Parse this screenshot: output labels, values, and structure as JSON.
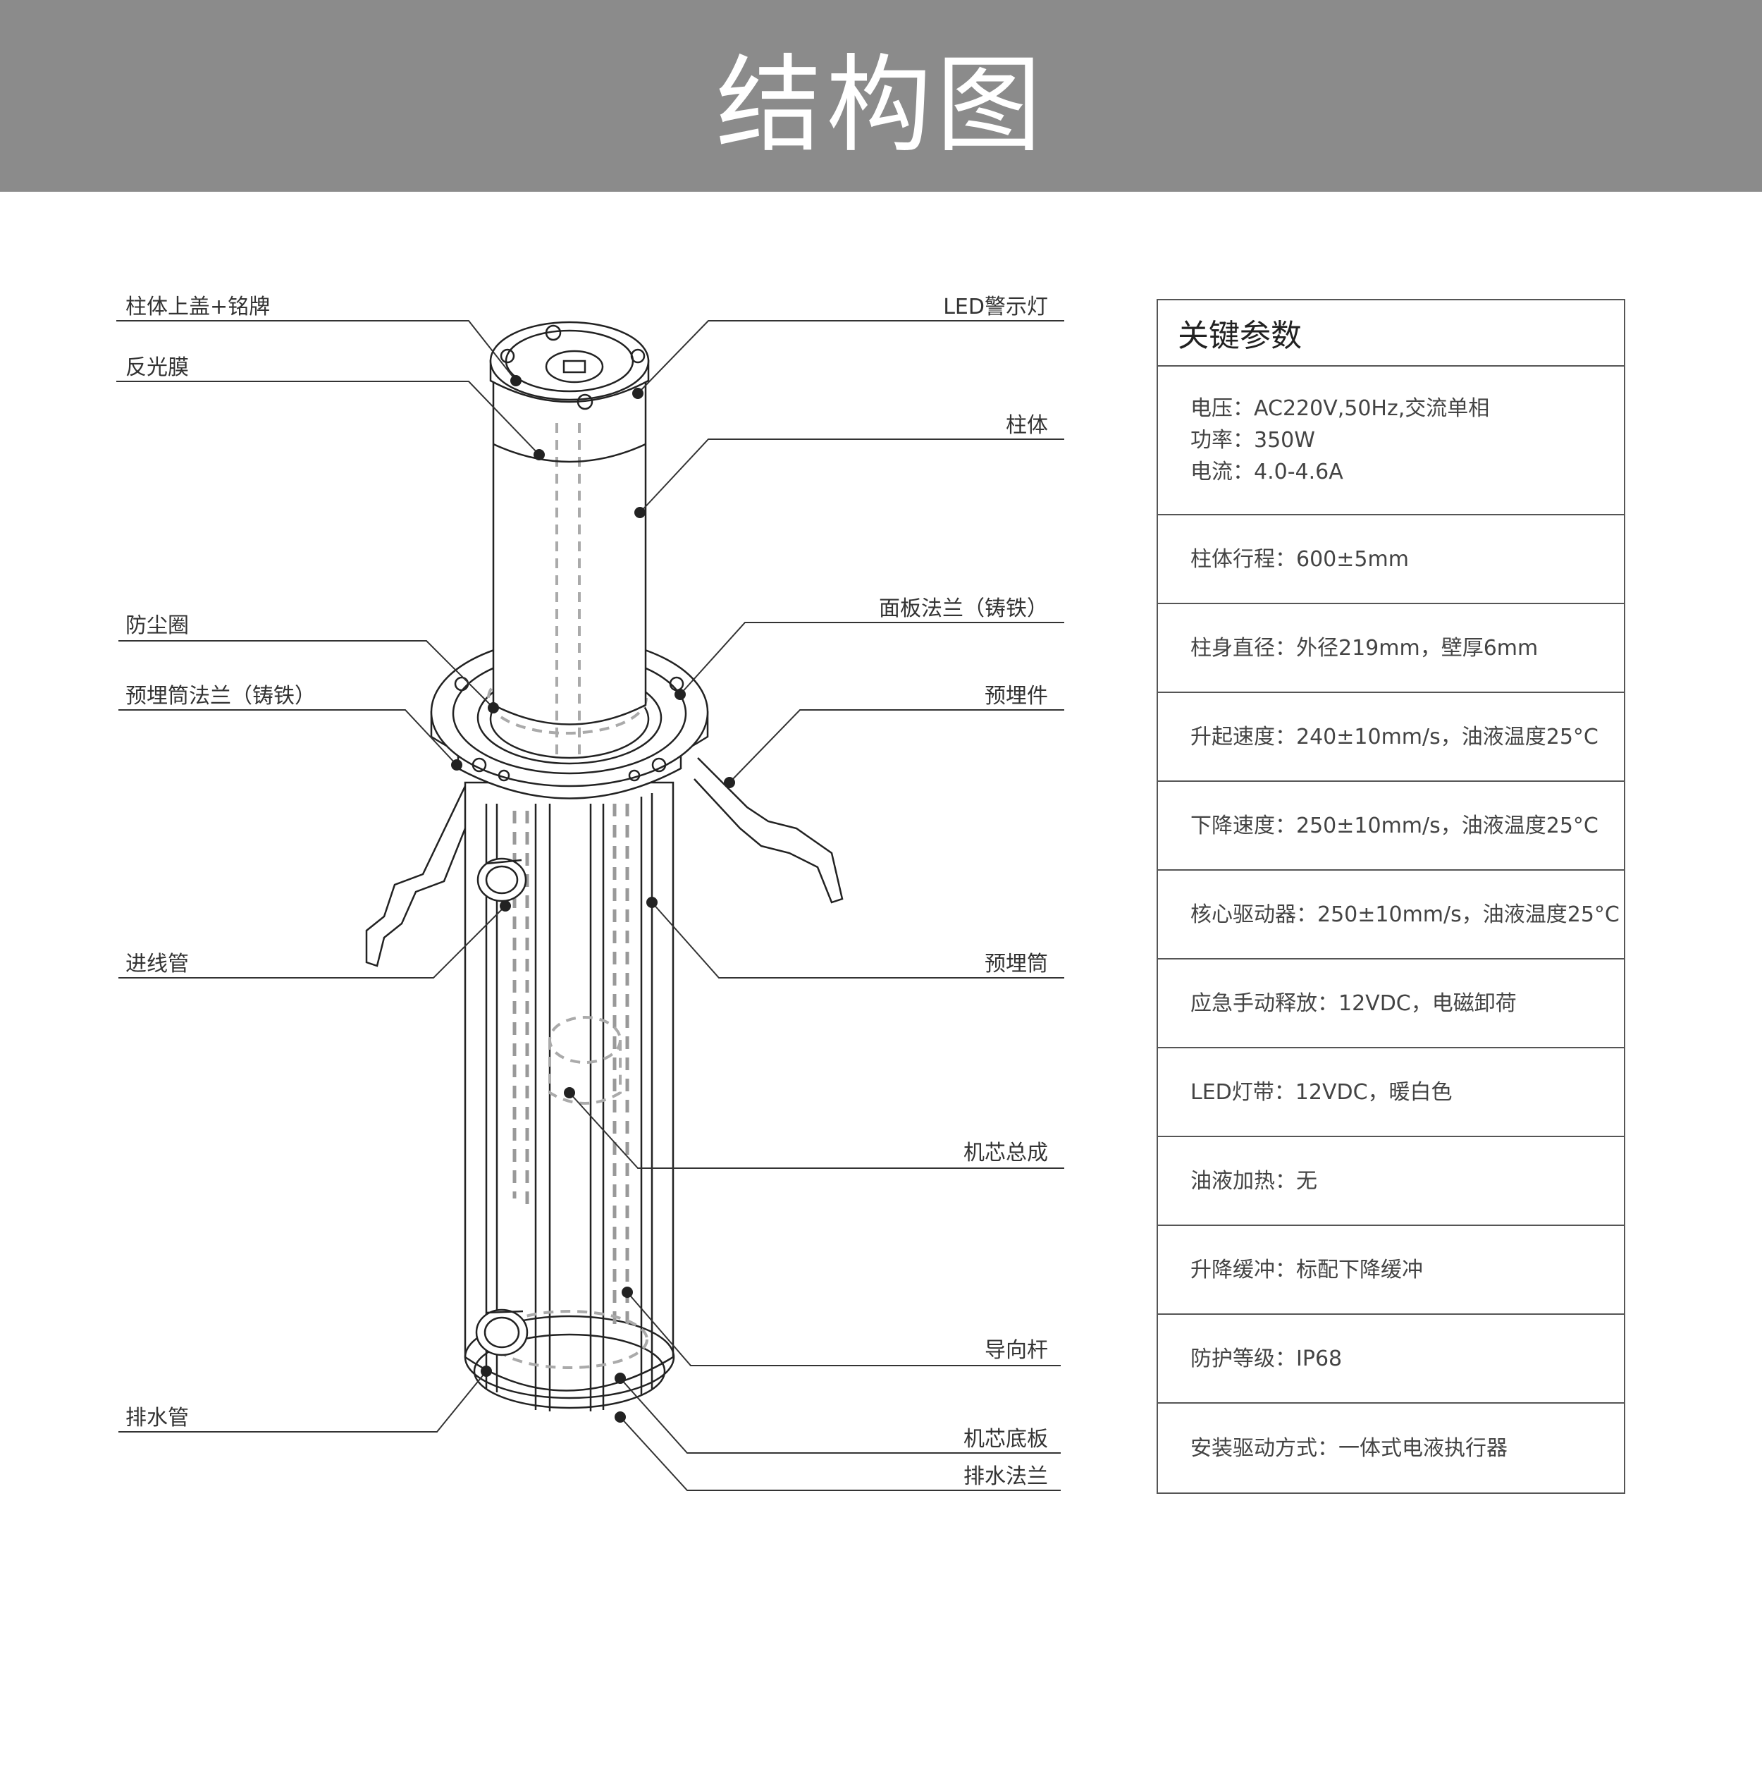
{
  "header": {
    "title": "结构图"
  },
  "labels": {
    "top_cover": "柱体上盖+铭牌",
    "reflective_film": "反光膜",
    "led_light": "LED警示灯",
    "column": "柱体",
    "dust_ring": "防尘圈",
    "panel_flange": "面板法兰（铸铁）",
    "embedded_flange": "预埋筒法兰（铸铁）",
    "embedded_part": "预埋件",
    "inlet_pipe": "进线管",
    "embedded_cylinder": "预埋筒",
    "core_assembly": "机芯总成",
    "guide_rod": "导向杆",
    "drain_pipe": "排水管",
    "core_base": "机芯底板",
    "drain_flange": "排水法兰"
  },
  "params": {
    "title": "关键参数",
    "power_lines": [
      "电压：AC220V,50Hz,交流单相",
      "功率：350W",
      "电流：4.0-4.6A"
    ],
    "rows": [
      "柱体行程：600±5mm",
      "柱身直径：外径219mm，壁厚6mm",
      "升起速度：240±10mm/s，油液温度25°C",
      "下降速度：250±10mm/s，油液温度25°C",
      "核心驱动器：250±10mm/s，油液温度25°C",
      "应急手动释放：12VDC，电磁卸荷",
      "LED灯带：12VDC，暖白色",
      "油液加热：无",
      "升降缓冲：标配下降缓冲",
      "防护等级：IP68",
      "安装驱动方式：一体式电液执行器"
    ]
  }
}
